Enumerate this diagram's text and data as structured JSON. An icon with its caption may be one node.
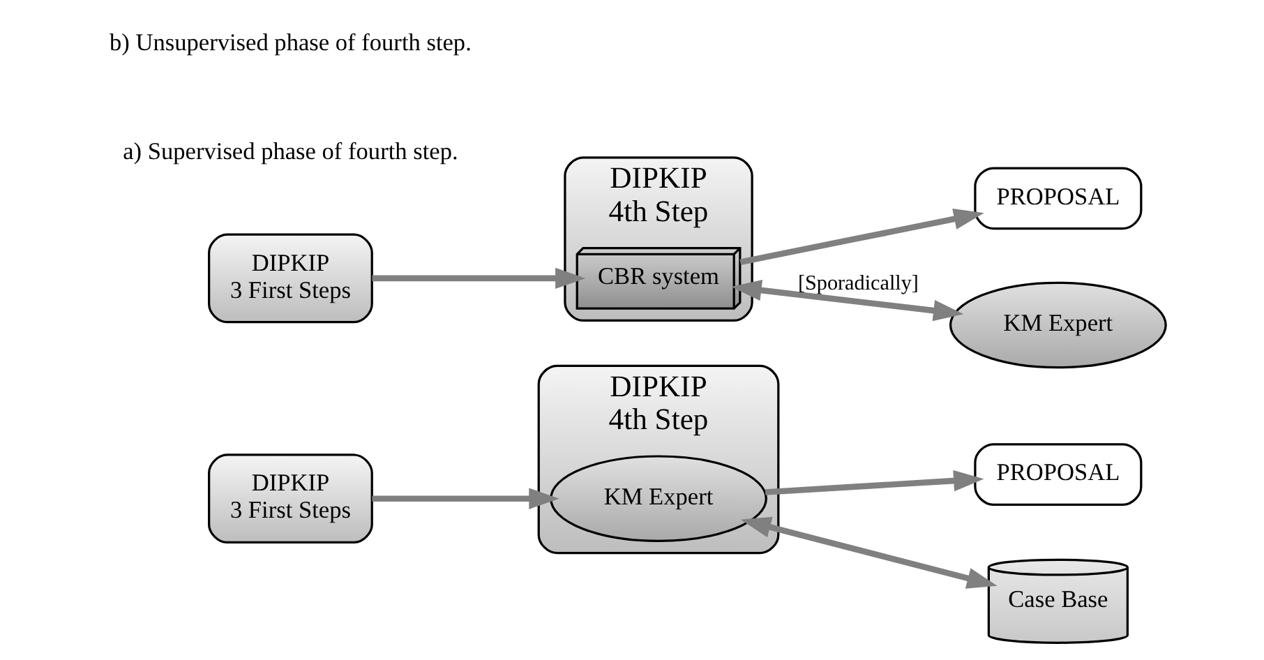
{
  "diagram": {
    "nodes": [
      {
        "text": [
          "DIPKIP",
          "3 First Steps"
        ]
      },
      {
        "text": [
          "DIPKIP",
          "4th Step"
        ]
      },
      {
        "text": [
          "KM Expert"
        ],
        "in": 1
      },
      {
        "text": [
          "PROPOSAL"
        ]
      },
      {
        "text": [
          "Case Base"
        ]
      },
      {
        "text": [
          "DIPKIP",
          "3 First Steps"
        ]
      },
      {
        "text": [
          "DIPKIP",
          "4th Step"
        ]
      },
      {
        "text": [
          "CBR system"
        ],
        "in": 6
      },
      {
        "text": [
          "PROPOSAL"
        ]
      },
      {
        "text": [
          "KM Expert"
        ]
      }
    ],
    "edges": [
      {
        "from": 0,
        "to": 2,
        "arrow": "to"
      },
      {
        "from": 2,
        "to": 3,
        "arrow": "to"
      },
      {
        "from": 2,
        "to": 4,
        "arrow": "both"
      },
      {
        "from": 5,
        "to": 7,
        "arrow": "to"
      },
      {
        "from": 7,
        "to": 8,
        "arrow": "to"
      },
      {
        "from": 7,
        "to": 9,
        "arrow": "both",
        "label": "[Sporadically]"
      }
    ],
    "labels": [
      "a) Supervised phase of fourth step.",
      "b) Unsupervised phase of fourth step."
    ]
  }
}
